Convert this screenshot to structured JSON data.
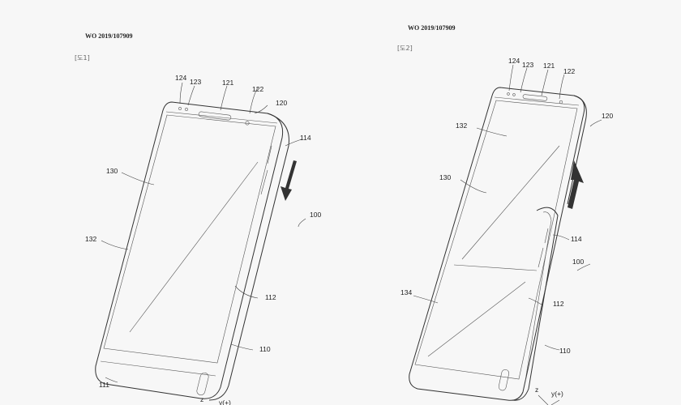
{
  "header": {
    "left_pub": "WO 2019/107909",
    "right_pub": "WO 2019/107909"
  },
  "figures": [
    {
      "label": "[도1]",
      "refs": {
        "r124": "124",
        "r123": "123",
        "r121": "121",
        "r122": "122",
        "r120": "120",
        "r114": "114",
        "r130": "130",
        "r132": "132",
        "r100": "100",
        "r112": "112",
        "r110": "110",
        "r111": "111"
      },
      "axes": {
        "z": "z",
        "y": "y(+)"
      }
    },
    {
      "label": "[도2]",
      "refs": {
        "r124": "124",
        "r123": "123",
        "r121": "121",
        "r122": "122",
        "r120": "120",
        "r132": "132",
        "r130": "130",
        "r114": "114",
        "r100": "100",
        "r134": "134",
        "r112": "112",
        "r110": "110"
      },
      "axes": {
        "z": "z",
        "y": "y(+)"
      }
    }
  ]
}
